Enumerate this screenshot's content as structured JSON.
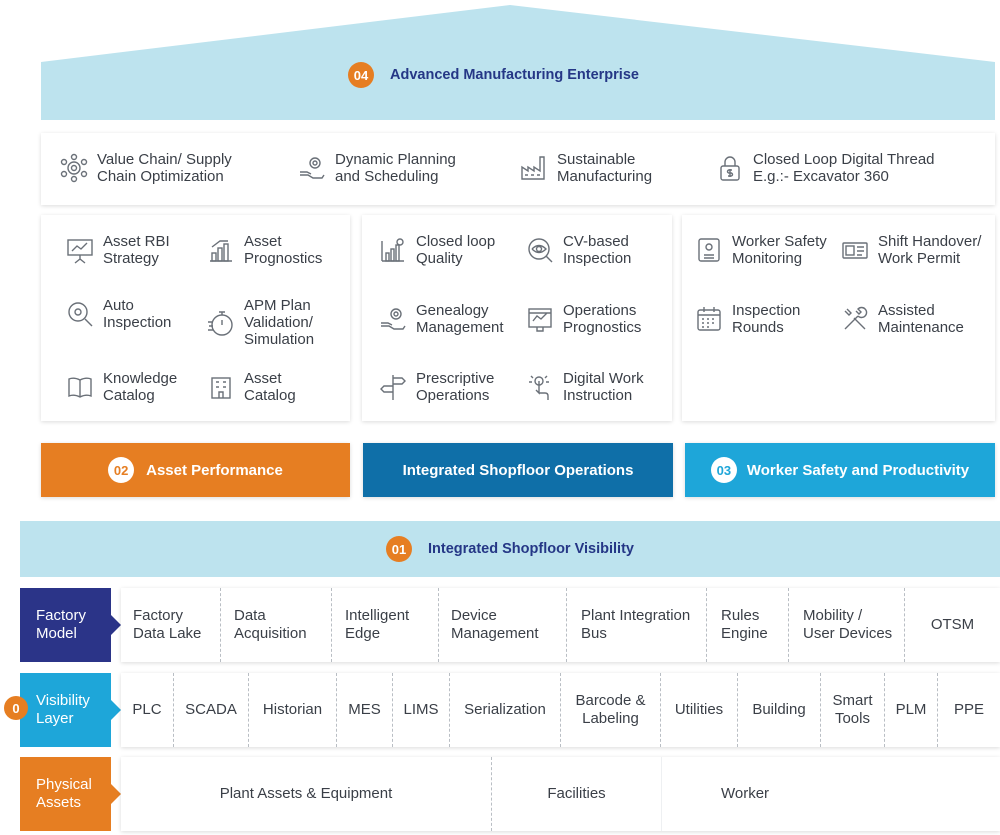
{
  "top": {
    "number": "04",
    "title": "Advanced Manufacturing Enterprise",
    "items": [
      {
        "label": "Value Chain/ Supply\nChain Optimization",
        "icon": "network-gear-icon"
      },
      {
        "label": "Dynamic Planning\nand Scheduling",
        "icon": "hand-gear-icon"
      },
      {
        "label": "Sustainable\nManufacturing",
        "icon": "factory-icon"
      },
      {
        "label": "Closed Loop Digital Thread\nE.g.:- Excavator 360",
        "icon": "lock-dollar-icon"
      }
    ]
  },
  "pillars": [
    {
      "number": "02",
      "title": "Asset Performance",
      "items": [
        {
          "label": "Asset RBI\nStrategy",
          "icon": "presentation-chart-icon"
        },
        {
          "label": "Asset\nPrognostics",
          "icon": "bar-chart-icon"
        },
        {
          "label": "Auto\nInspection",
          "icon": "magnifier-gear-icon"
        },
        {
          "label": "APM Plan\nValidation/\nSimulation",
          "icon": "stopwatch-icon"
        },
        {
          "label": "Knowledge\nCatalog",
          "icon": "book-icon"
        },
        {
          "label": "Asset\nCatalog",
          "icon": "building-icon"
        }
      ]
    },
    {
      "number": "",
      "title": "Integrated Shopfloor Operations",
      "items": [
        {
          "label": "Closed loop\nQuality",
          "icon": "quality-chart-icon"
        },
        {
          "label": "CV-based\nInspection",
          "icon": "eye-gear-icon"
        },
        {
          "label": "Genealogy\nManagement",
          "icon": "hand-gear-icon"
        },
        {
          "label": "Operations\nPrognostics",
          "icon": "dashboard-icon"
        },
        {
          "label": "Prescriptive\nOperations",
          "icon": "signpost-icon"
        },
        {
          "label": "Digital Work\nInstruction",
          "icon": "touch-icon"
        }
      ]
    },
    {
      "number": "03",
      "title": "Worker Safety and Productivity",
      "items": [
        {
          "label": "Worker Safety\nMonitoring",
          "icon": "id-card-icon"
        },
        {
          "label": "Shift Handover/\nWork Permit",
          "icon": "ticket-icon"
        },
        {
          "label": "Inspection\nRounds",
          "icon": "calendar-icon"
        },
        {
          "label": "Assisted\nMaintenance",
          "icon": "tools-icon"
        }
      ]
    }
  ],
  "visibility": {
    "number": "01",
    "title": "Integrated Shopfloor Visibility"
  },
  "factory_model": {
    "label": "Factory\nModel",
    "cells": [
      "Factory\nData Lake",
      "Data\nAcquisition",
      "Intelligent\nEdge",
      "Device\nManagement",
      "Plant Integration\nBus",
      "Rules\nEngine",
      "Mobility /\nUser Devices",
      "OTSM"
    ]
  },
  "visibility_layer": {
    "number": "0",
    "label": "Visibility\nLayer",
    "cells": [
      "PLC",
      "SCADA",
      "Historian",
      "MES",
      "LIMS",
      "Serialization",
      "Barcode &\nLabeling",
      "Utilities",
      "Building",
      "Smart\nTools",
      "PLM",
      "PPE"
    ]
  },
  "physical_assets": {
    "label": "Physical\nAssets",
    "cells": [
      "Plant Assets & Equipment",
      "Facilities",
      "Worker"
    ]
  },
  "colors": {
    "roof": "#bde3ee",
    "navy": "#2b3488",
    "orange": "#e67e22",
    "sky": "#1ea6d9",
    "teal_dark": "#0f6fa8",
    "title_blue": "#253786"
  }
}
